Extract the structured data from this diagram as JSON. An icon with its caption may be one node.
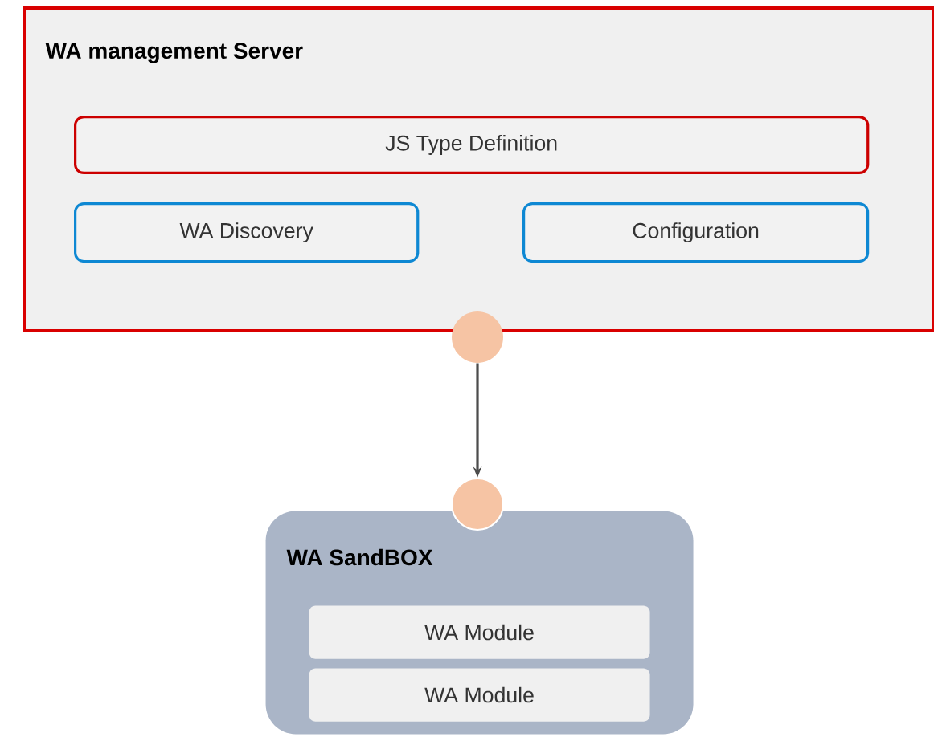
{
  "diagram": {
    "nodes": [
      {
        "text": [
          "WA management  Server"
        ]
      },
      {
        "text": [
          "JS Type Definition"
        ],
        "in": 0
      },
      {
        "text": [
          "WA Discovery"
        ],
        "in": 0
      },
      {
        "text": [
          "Configuration"
        ],
        "in": 0
      },
      {
        "text": [],
        "shape": "circle"
      },
      {
        "text": [],
        "shape": "circle"
      },
      {
        "text": [
          "WA SandBOX"
        ]
      },
      {
        "text": [
          "WA Module"
        ],
        "in": 6
      },
      {
        "text": [
          "WA Module"
        ],
        "in": 6
      }
    ],
    "edges": [
      {
        "from": 4,
        "to": 5,
        "arrow": "to"
      }
    ]
  }
}
